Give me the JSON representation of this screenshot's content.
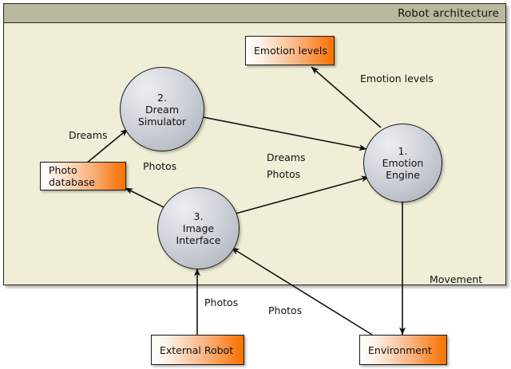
{
  "diagram": {
    "title": "Robot architecture",
    "colors": {
      "frame_fill": "#f0eed6",
      "title_bar": "#b9b99d",
      "node_orange": "#f97c16",
      "node_grey": "#c6cad2",
      "stroke": "#1a1a1a"
    },
    "processes": [
      {
        "id": "emotion-engine",
        "number": "1.",
        "line1": "Emotion",
        "line2": "Engine"
      },
      {
        "id": "dream-simulator",
        "number": "2.",
        "line1": "Dream",
        "line2": "Simulator"
      },
      {
        "id": "image-interface",
        "number": "3.",
        "line1": "Image",
        "line2": "Interface"
      }
    ],
    "entities": [
      {
        "id": "emotion-levels",
        "label": "Emotion levels"
      },
      {
        "id": "photo-database",
        "label": "Photo database"
      },
      {
        "id": "external-robot",
        "label": "External Robot"
      },
      {
        "id": "environment",
        "label": "Environment"
      }
    ],
    "flow_labels": [
      {
        "id": "emotion-levels-flow",
        "label": "Emotion levels"
      },
      {
        "id": "dreams-left-flow",
        "label": "Dreams"
      },
      {
        "id": "photos-left-flow",
        "label": "Photos"
      },
      {
        "id": "dreams-right-flow",
        "label": "Dreams"
      },
      {
        "id": "photos-right-flow",
        "label": "Photos"
      },
      {
        "id": "movement-flow",
        "label": "Movement"
      },
      {
        "id": "photos-robot-flow",
        "label": "Photos"
      },
      {
        "id": "photos-env-flow",
        "label": "Photos"
      }
    ]
  }
}
